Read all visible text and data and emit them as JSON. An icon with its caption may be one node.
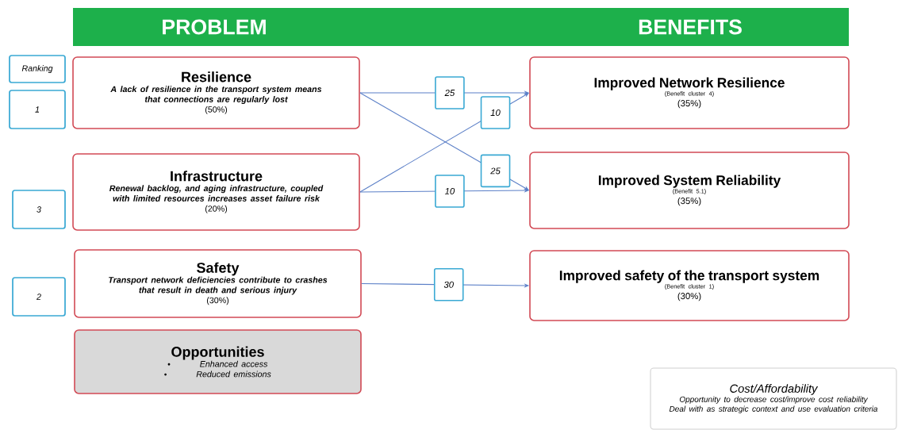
{
  "diagram": {
    "nodes": [
      {
        "text": [
          "PROBLEM",
          "BENEFITS"
        ]
      },
      {
        "text": [
          "Ranking"
        ]
      },
      {
        "text": [
          "1"
        ]
      },
      {
        "text": [
          "Resilience",
          "A lack of resilience in the transport system means that connections are regularly lost",
          "(50%)"
        ]
      },
      {
        "text": [
          "3"
        ]
      },
      {
        "text": [
          "Infrastructure",
          "Renewal backlog, and aging infrastructure, coupled with limited resources increases asset failure risk",
          "(20%)"
        ]
      },
      {
        "text": [
          "2"
        ]
      },
      {
        "text": [
          "Safety",
          "Transport network deficiencies contribute to crashes that result in death and serious injury",
          "(30%)"
        ]
      },
      {
        "text": [
          "Opportunities",
          "Enhanced access",
          "Reduced emissions"
        ]
      },
      {
        "text": [
          "Improved Network Resilience",
          "(Benefit cluster 4)",
          "(35%)"
        ]
      },
      {
        "text": [
          "Improved System Reliability",
          "(Benefit 5.1)",
          "(35%)"
        ]
      },
      {
        "text": [
          "Improved safety of the transport system",
          "(Benefit cluster 1)",
          "(30%)"
        ]
      },
      {
        "text": [
          "Cost/Affordability",
          "Opportunity to decrease cost/improve cost reliability",
          "Deal with as strategic context and use evaluation criteria"
        ]
      }
    ],
    "edges": [
      {
        "from": 3,
        "to": 9,
        "arrow": "to",
        "label": "25"
      },
      {
        "from": 3,
        "to": 10,
        "arrow": "to",
        "label": "25"
      },
      {
        "from": 5,
        "to": 9,
        "arrow": "to",
        "label": "10"
      },
      {
        "from": 5,
        "to": 10,
        "arrow": "to",
        "label": "10"
      },
      {
        "from": 7,
        "to": 11,
        "arrow": "to",
        "label": "30"
      }
    ]
  }
}
